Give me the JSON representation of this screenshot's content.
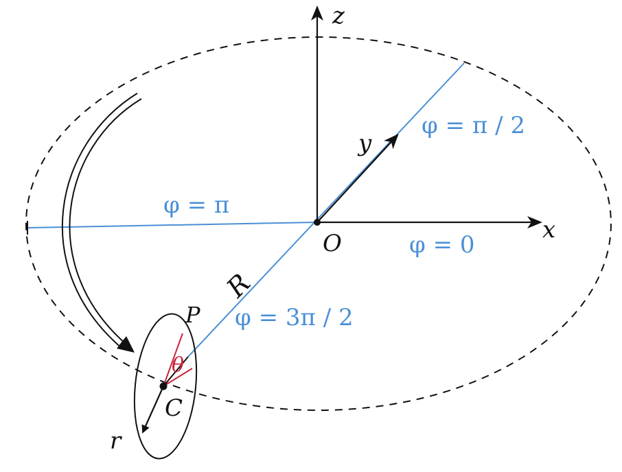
{
  "labels": {
    "z_axis": "z",
    "x_axis": "x",
    "y_axis": "y",
    "origin": "O",
    "radius_R": "R",
    "point_P": "P",
    "theta": "θ",
    "center_C": "C",
    "radial_r": "r",
    "phi_0": "φ = 0",
    "phi_half_pi": "φ = π / 2",
    "phi_pi": "φ = π",
    "phi_three_half_pi": "φ = 3π / 2"
  },
  "colors": {
    "axis": "#111111",
    "blue_line": "#4a8fd6",
    "red_line": "#c8233a",
    "dashed_orbit": "#111111"
  }
}
